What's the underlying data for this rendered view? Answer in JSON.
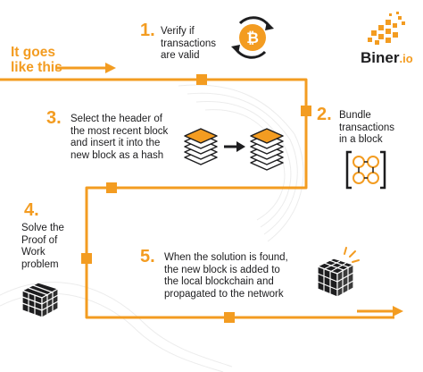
{
  "colors": {
    "accent": "#f39c21",
    "text": "#1d1d1f",
    "path": "#f39c21"
  },
  "brand": {
    "name": "Biner",
    "suffix": ".io"
  },
  "intro": {
    "line1": "It goes",
    "line2": "like this"
  },
  "steps": [
    {
      "number": "1.",
      "lines": [
        "Verify if",
        "transactions",
        "are valid"
      ],
      "icon": "bitcoin-cycle-icon"
    },
    {
      "number": "2.",
      "lines": [
        "Bundle",
        "transactions",
        "in a block"
      ],
      "icon": "bundle-block-icon"
    },
    {
      "number": "3.",
      "lines": [
        "Select the header of",
        "the most recent block",
        "and insert it into the",
        "new block as a hash"
      ],
      "icon": "stack-to-block-icon"
    },
    {
      "number": "4.",
      "lines": [
        "Solve the",
        "Proof of",
        "Work",
        "problem"
      ],
      "icon": "puzzle-cube-icon"
    },
    {
      "number": "5.",
      "lines": [
        "When the solution is found,",
        "the new block is added to",
        "the local blockchain and",
        "propagated to the network"
      ],
      "icon": "solved-cube-icon"
    }
  ]
}
